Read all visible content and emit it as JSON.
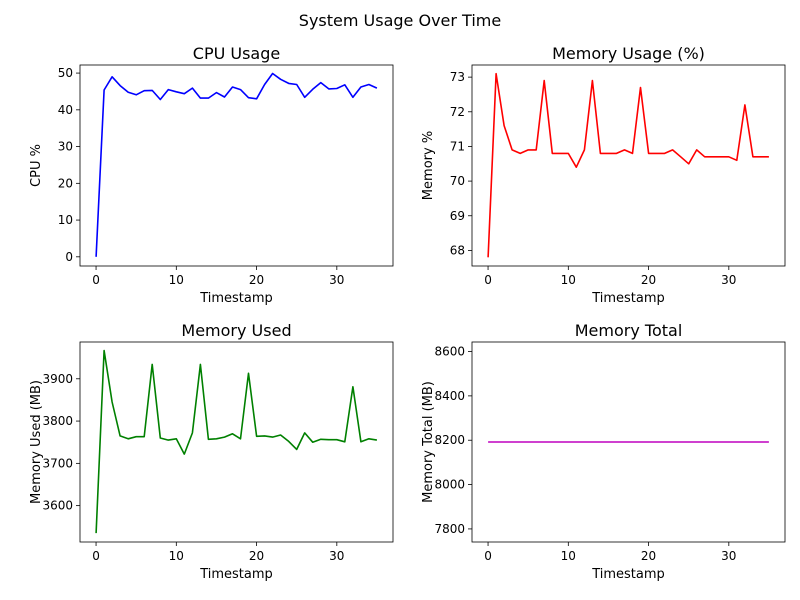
{
  "figure_title": "System Usage Over Time",
  "chart_data": [
    {
      "type": "line",
      "title": "CPU Usage",
      "xlabel": "Timestamp",
      "ylabel": "CPU %",
      "xlim": [
        -2,
        37
      ],
      "ylim": [
        -2.5,
        52.2
      ],
      "xticks": [
        0,
        10,
        20,
        30
      ],
      "yticks": [
        0,
        10,
        20,
        30,
        40,
        50
      ],
      "grid": false,
      "color": "#0000ff",
      "x": [
        0,
        1,
        2,
        3,
        4,
        5,
        6,
        7,
        8,
        9,
        10,
        11,
        12,
        13,
        14,
        15,
        16,
        17,
        18,
        19,
        20,
        21,
        22,
        23,
        24,
        25,
        26,
        27,
        28,
        29,
        30,
        31,
        32,
        33,
        34,
        35
      ],
      "values": [
        0.0,
        45.4,
        49.0,
        46.6,
        44.8,
        44.1,
        45.2,
        45.3,
        42.8,
        45.5,
        44.9,
        44.4,
        45.9,
        43.2,
        43.2,
        44.7,
        43.5,
        46.2,
        45.5,
        43.3,
        43.0,
        46.9,
        49.9,
        48.3,
        47.2,
        46.9,
        43.4,
        45.6,
        47.4,
        45.7,
        45.8,
        46.8,
        43.4,
        46.2,
        46.9,
        45.9
      ]
    },
    {
      "type": "line",
      "title": "Memory Usage (%)",
      "xlabel": "Timestamp",
      "ylabel": "Memory %",
      "xlim": [
        -2,
        37
      ],
      "ylim": [
        67.55,
        73.35
      ],
      "xticks": [
        0,
        10,
        20,
        30
      ],
      "yticks": [
        68,
        69,
        70,
        71,
        72,
        73
      ],
      "grid": false,
      "color": "#ff0000",
      "x": [
        0,
        1,
        2,
        3,
        4,
        5,
        6,
        7,
        8,
        9,
        10,
        11,
        12,
        13,
        14,
        15,
        16,
        17,
        18,
        19,
        20,
        21,
        22,
        23,
        24,
        25,
        26,
        27,
        28,
        29,
        30,
        31,
        32,
        33,
        34,
        35
      ],
      "values": [
        67.8,
        73.1,
        71.6,
        70.9,
        70.8,
        70.9,
        70.9,
        72.9,
        70.8,
        70.8,
        70.8,
        70.4,
        70.9,
        72.9,
        70.8,
        70.8,
        70.8,
        70.9,
        70.8,
        72.7,
        70.8,
        70.8,
        70.8,
        70.9,
        70.7,
        70.5,
        70.9,
        70.7,
        70.7,
        70.7,
        70.7,
        70.6,
        72.2,
        70.7,
        70.7,
        70.7
      ]
    },
    {
      "type": "line",
      "title": "Memory Used",
      "xlabel": "Timestamp",
      "ylabel": "Memory Used (MB)",
      "xlim": [
        -2,
        37
      ],
      "ylim": [
        3514,
        3987
      ],
      "xticks": [
        0,
        10,
        20,
        30
      ],
      "yticks": [
        3600,
        3700,
        3800,
        3900
      ],
      "grid": false,
      "color": "#008000",
      "x": [
        0,
        1,
        2,
        3,
        4,
        5,
        6,
        7,
        8,
        9,
        10,
        11,
        12,
        13,
        14,
        15,
        16,
        17,
        18,
        19,
        20,
        21,
        22,
        23,
        24,
        25,
        26,
        27,
        28,
        29,
        30,
        31,
        32,
        33,
        34,
        35
      ],
      "values": [
        3535,
        3967,
        3845,
        3765,
        3758,
        3763,
        3763,
        3934,
        3760,
        3755,
        3758,
        3722,
        3772,
        3934,
        3757,
        3758,
        3762,
        3770,
        3758,
        3913,
        3764,
        3765,
        3762,
        3767,
        3752,
        3733,
        3772,
        3750,
        3757,
        3756,
        3756,
        3751,
        3881,
        3751,
        3758,
        3755
      ]
    },
    {
      "type": "line",
      "title": "Memory Total",
      "xlabel": "Timestamp",
      "ylabel": "Memory Total (MB)",
      "xlim": [
        -2,
        37
      ],
      "ylim": [
        7741,
        8643
      ],
      "xticks": [
        0,
        10,
        20,
        30
      ],
      "yticks": [
        7800,
        8000,
        8200,
        8400,
        8600
      ],
      "grid": false,
      "color": "#bf00bf",
      "x": [
        0,
        1,
        2,
        3,
        4,
        5,
        6,
        7,
        8,
        9,
        10,
        11,
        12,
        13,
        14,
        15,
        16,
        17,
        18,
        19,
        20,
        21,
        22,
        23,
        24,
        25,
        26,
        27,
        28,
        29,
        30,
        31,
        32,
        33,
        34,
        35
      ],
      "values": [
        8192,
        8192,
        8192,
        8192,
        8192,
        8192,
        8192,
        8192,
        8192,
        8192,
        8192,
        8192,
        8192,
        8192,
        8192,
        8192,
        8192,
        8192,
        8192,
        8192,
        8192,
        8192,
        8192,
        8192,
        8192,
        8192,
        8192,
        8192,
        8192,
        8192,
        8192,
        8192,
        8192,
        8192,
        8192,
        8192
      ]
    }
  ]
}
